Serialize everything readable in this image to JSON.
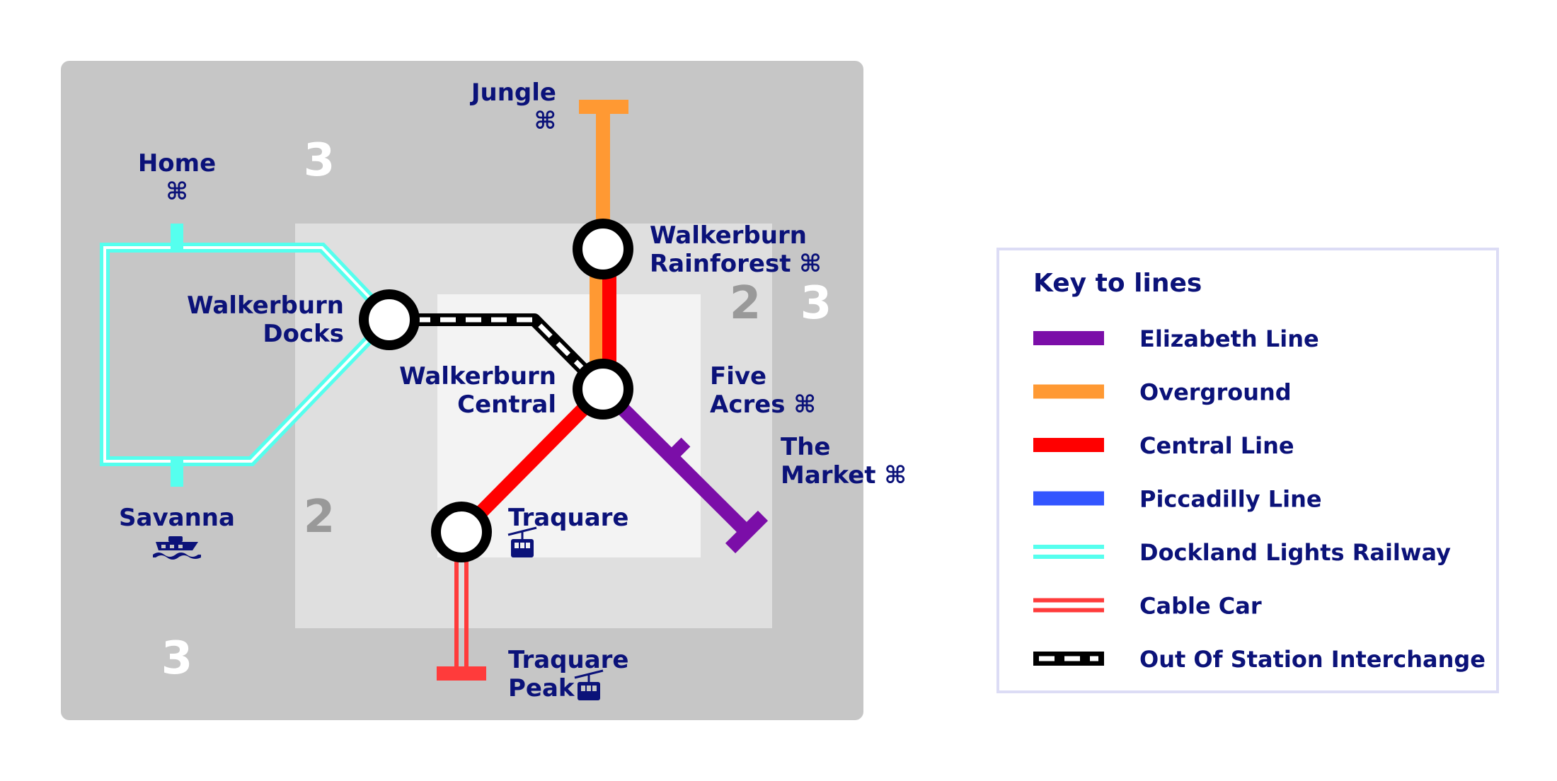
{
  "zones": {
    "outer_top": "3",
    "outer_right": "3",
    "outer_bottom": "3",
    "inner_right": "2",
    "inner_left": "2"
  },
  "stations": {
    "jungle": {
      "line1": "Jungle",
      "glyph": "⌘"
    },
    "home": {
      "line1": "Home",
      "glyph": "⌘"
    },
    "walkerburn_rainforest": {
      "line1": "Walkerburn",
      "line2": "Rainforest ⌘"
    },
    "walkerburn_docks": {
      "line1": "Walkerburn",
      "line2": "Docks"
    },
    "walkerburn_central": {
      "line1": "Walkerburn",
      "line2": "Central"
    },
    "five_acres": {
      "line1": "Five",
      "line2": "Acres ⌘"
    },
    "the_market": {
      "line1": "The",
      "line2": "Market ⌘"
    },
    "savanna": {
      "line1": "Savanna",
      "icon": "boat-icon"
    },
    "traquare": {
      "line1": "Traquare",
      "icon": "cable-car-icon"
    },
    "traquare_peak": {
      "line1": "Traquare",
      "line2": "Peak",
      "icon": "cable-car-icon"
    }
  },
  "legend": {
    "title": "Key to lines",
    "items": [
      {
        "label": "Elizabeth Line",
        "color": "#7b0ea8",
        "style": "solid"
      },
      {
        "label": "Overground",
        "color": "#ff9933",
        "style": "solid"
      },
      {
        "label": "Central Line",
        "color": "#ff0000",
        "style": "solid"
      },
      {
        "label": "Piccadilly Line",
        "color": "#3355ff",
        "style": "solid"
      },
      {
        "label": "Dockland Lights Railway",
        "color": "#55ffee",
        "style": "double"
      },
      {
        "label": "Cable Car",
        "color": "#ff3b3b",
        "style": "double"
      },
      {
        "label": "Out Of Station Interchange",
        "color": "#000000",
        "style": "dashed"
      }
    ]
  },
  "colors": {
    "text": "#0b1279",
    "zone3_bg": "#c6c6c6",
    "zone2_bg": "#dfdfdf",
    "zone1_bg": "#f3f3f3",
    "zone3_number": "#ffffff",
    "zone2_number": "#999999",
    "legend_border": "#dcdcf5"
  }
}
